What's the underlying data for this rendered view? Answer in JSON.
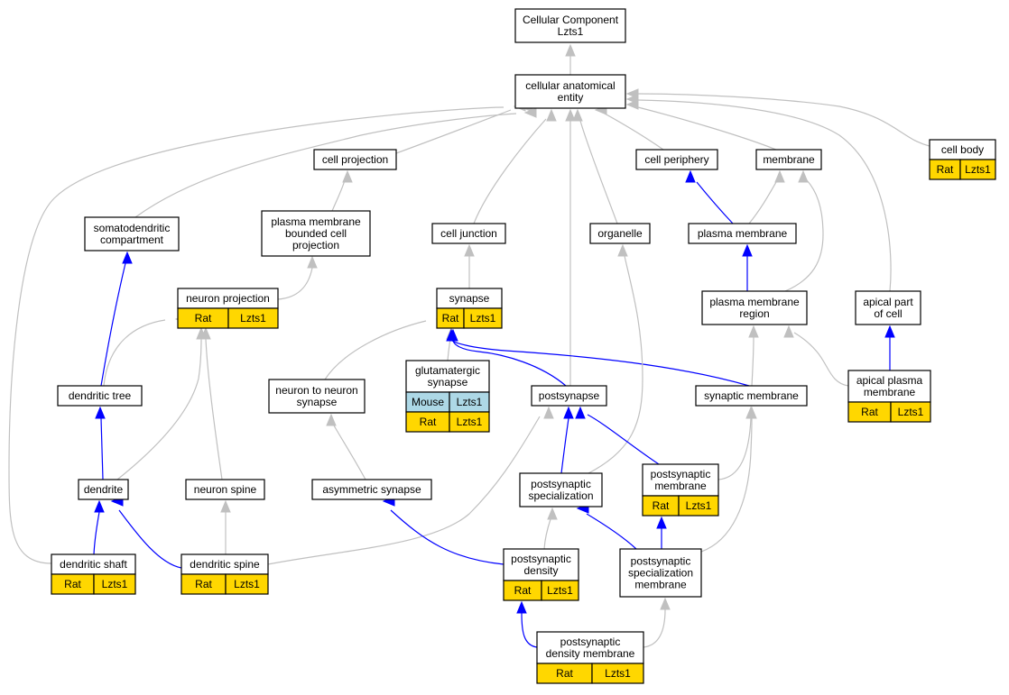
{
  "graph": {
    "nodes": {
      "root": {
        "lines": [
          "Cellular Component",
          "Lzts1"
        ]
      },
      "cae": {
        "lines": [
          "cellular anatomical",
          "entity"
        ]
      },
      "cell_projection": {
        "lines": [
          "cell projection"
        ]
      },
      "cell_periphery": {
        "lines": [
          "cell periphery"
        ]
      },
      "membrane": {
        "lines": [
          "membrane"
        ]
      },
      "cell_body": {
        "lines": [
          "cell body"
        ],
        "annot": [
          [
            "Rat",
            "Lzts1"
          ]
        ]
      },
      "somatodendritic": {
        "lines": [
          "somatodendritic",
          "compartment"
        ]
      },
      "pm_bounded": {
        "lines": [
          "plasma membrane",
          "bounded cell",
          "projection"
        ]
      },
      "cell_junction": {
        "lines": [
          "cell junction"
        ]
      },
      "organelle": {
        "lines": [
          "organelle"
        ]
      },
      "plasma_membrane": {
        "lines": [
          "plasma membrane"
        ]
      },
      "neuron_projection": {
        "lines": [
          "neuron projection"
        ],
        "annot": [
          [
            "Rat",
            "Lzts1"
          ]
        ]
      },
      "synapse": {
        "lines": [
          "synapse"
        ],
        "annot": [
          [
            "Rat",
            "Lzts1"
          ]
        ]
      },
      "pm_region": {
        "lines": [
          "plasma membrane",
          "region"
        ]
      },
      "apical_part": {
        "lines": [
          "apical part",
          "of cell"
        ]
      },
      "glutamatergic": {
        "lines": [
          "glutamatergic",
          "synapse"
        ],
        "annot": [
          [
            "Mouse",
            "Lzts1"
          ],
          [
            "Rat",
            "Lzts1"
          ]
        ]
      },
      "dendritic_tree": {
        "lines": [
          "dendritic tree"
        ]
      },
      "n2n_synapse": {
        "lines": [
          "neuron to neuron",
          "synapse"
        ]
      },
      "postsynapse": {
        "lines": [
          "postsynapse"
        ]
      },
      "synaptic_membrane": {
        "lines": [
          "synaptic membrane"
        ]
      },
      "apical_pm": {
        "lines": [
          "apical plasma",
          "membrane"
        ],
        "annot": [
          [
            "Rat",
            "Lzts1"
          ]
        ]
      },
      "dendrite": {
        "lines": [
          "dendrite"
        ]
      },
      "neuron_spine": {
        "lines": [
          "neuron spine"
        ]
      },
      "asym_synapse": {
        "lines": [
          "asymmetric synapse"
        ]
      },
      "ps_specialization": {
        "lines": [
          "postsynaptic",
          "specialization"
        ]
      },
      "ps_membrane": {
        "lines": [
          "postsynaptic",
          "membrane"
        ],
        "annot": [
          [
            "Rat",
            "Lzts1"
          ]
        ]
      },
      "dendritic_shaft": {
        "lines": [
          "dendritic shaft"
        ],
        "annot": [
          [
            "Rat",
            "Lzts1"
          ]
        ]
      },
      "dendritic_spine": {
        "lines": [
          "dendritic spine"
        ],
        "annot": [
          [
            "Rat",
            "Lzts1"
          ]
        ]
      },
      "ps_density": {
        "lines": [
          "postsynaptic",
          "density"
        ],
        "annot": [
          [
            "Rat",
            "Lzts1"
          ]
        ]
      },
      "ps_spec_membrane": {
        "lines": [
          "postsynaptic",
          "specialization",
          "membrane"
        ]
      },
      "psd_membrane": {
        "lines": [
          "postsynaptic",
          "density membrane"
        ],
        "annot": [
          [
            "Rat",
            "Lzts1"
          ]
        ]
      }
    },
    "edges": [
      {
        "from": "cae",
        "to": "root",
        "relation": "is_a"
      },
      {
        "from": "cell_projection",
        "to": "cae",
        "relation": "is_a"
      },
      {
        "from": "cell_periphery",
        "to": "cae",
        "relation": "is_a"
      },
      {
        "from": "membrane",
        "to": "cae",
        "relation": "is_a"
      },
      {
        "from": "cell_body",
        "to": "cae",
        "relation": "is_a"
      },
      {
        "from": "somatodendritic",
        "to": "cae",
        "relation": "is_a"
      },
      {
        "from": "pm_bounded",
        "to": "cell_projection",
        "relation": "is_a"
      },
      {
        "from": "cell_junction",
        "to": "cae",
        "relation": "is_a"
      },
      {
        "from": "organelle",
        "to": "cae",
        "relation": "is_a"
      },
      {
        "from": "plasma_membrane",
        "to": "cell_periphery",
        "relation": "part_of"
      },
      {
        "from": "plasma_membrane",
        "to": "membrane",
        "relation": "is_a"
      },
      {
        "from": "neuron_projection",
        "to": "pm_bounded",
        "relation": "is_a"
      },
      {
        "from": "synapse",
        "to": "cell_junction",
        "relation": "is_a"
      },
      {
        "from": "pm_region",
        "to": "plasma_membrane",
        "relation": "part_of"
      },
      {
        "from": "pm_region",
        "to": "membrane",
        "relation": "is_a"
      },
      {
        "from": "apical_part",
        "to": "cae",
        "relation": "is_a"
      },
      {
        "from": "glutamatergic",
        "to": "synapse",
        "relation": "is_a"
      },
      {
        "from": "dendritic_tree",
        "to": "somatodendritic",
        "relation": "part_of"
      },
      {
        "from": "dendritic_tree",
        "to": "neuron_projection",
        "relation": "is_a"
      },
      {
        "from": "n2n_synapse",
        "to": "synapse",
        "relation": "is_a"
      },
      {
        "from": "postsynapse",
        "to": "cae",
        "relation": "is_a"
      },
      {
        "from": "postsynapse",
        "to": "synapse",
        "relation": "part_of"
      },
      {
        "from": "synaptic_membrane",
        "to": "synapse",
        "relation": "part_of"
      },
      {
        "from": "synaptic_membrane",
        "to": "pm_region",
        "relation": "is_a"
      },
      {
        "from": "apical_pm",
        "to": "apical_part",
        "relation": "part_of"
      },
      {
        "from": "apical_pm",
        "to": "pm_region",
        "relation": "is_a"
      },
      {
        "from": "dendrite",
        "to": "dendritic_tree",
        "relation": "part_of"
      },
      {
        "from": "dendrite",
        "to": "neuron_projection",
        "relation": "is_a"
      },
      {
        "from": "neuron_spine",
        "to": "neuron_projection",
        "relation": "is_a"
      },
      {
        "from": "asym_synapse",
        "to": "n2n_synapse",
        "relation": "is_a"
      },
      {
        "from": "ps_specialization",
        "to": "postsynapse",
        "relation": "part_of"
      },
      {
        "from": "ps_specialization",
        "to": "organelle",
        "relation": "is_a"
      },
      {
        "from": "ps_membrane",
        "to": "postsynapse",
        "relation": "part_of"
      },
      {
        "from": "ps_membrane",
        "to": "synaptic_membrane",
        "relation": "is_a"
      },
      {
        "from": "dendritic_shaft",
        "to": "dendrite",
        "relation": "part_of"
      },
      {
        "from": "dendritic_shaft",
        "to": "cae",
        "relation": "is_a"
      },
      {
        "from": "dendritic_spine",
        "to": "dendrite",
        "relation": "part_of"
      },
      {
        "from": "dendritic_spine",
        "to": "neuron_spine",
        "relation": "is_a"
      },
      {
        "from": "dendritic_spine",
        "to": "postsynapse",
        "relation": "is_a"
      },
      {
        "from": "ps_density",
        "to": "asym_synapse",
        "relation": "part_of"
      },
      {
        "from": "ps_density",
        "to": "ps_specialization",
        "relation": "is_a"
      },
      {
        "from": "ps_spec_membrane",
        "to": "ps_specialization",
        "relation": "part_of"
      },
      {
        "from": "ps_spec_membrane",
        "to": "ps_membrane",
        "relation": "part_of"
      },
      {
        "from": "ps_spec_membrane",
        "to": "synaptic_membrane",
        "relation": "is_a"
      },
      {
        "from": "psd_membrane",
        "to": "ps_density",
        "relation": "part_of"
      },
      {
        "from": "psd_membrane",
        "to": "ps_spec_membrane",
        "relation": "is_a"
      }
    ]
  }
}
